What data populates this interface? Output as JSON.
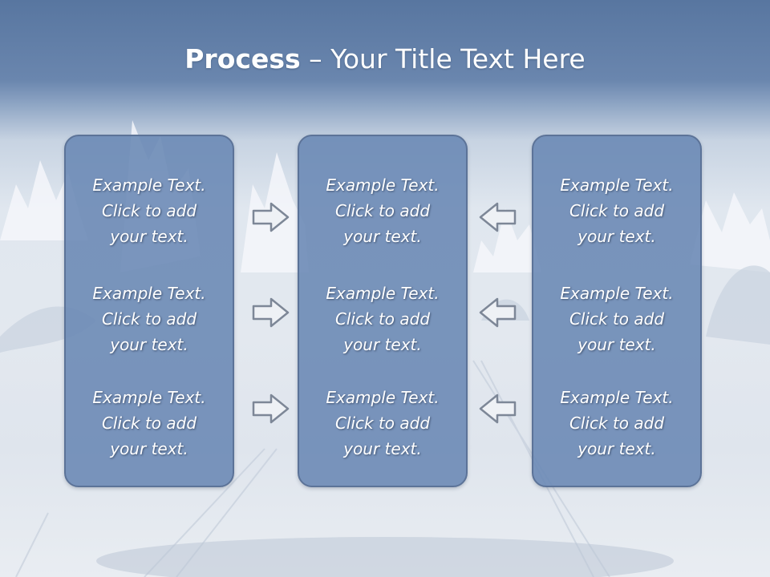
{
  "title": {
    "bold": "Process",
    "rest": " – Your Title Text Here"
  },
  "columns": [
    {
      "items": [
        "Example Text.\nClick  to add\nyour text.",
        "Example Text.\nClick  to add\nyour text.",
        "Example Text.\nClick  to add\nyour text."
      ]
    },
    {
      "items": [
        "Example Text.\nClick  to add\nyour text.",
        "Example Text.\nClick  to add\nyour text.",
        "Example Text.\nClick  to add\nyour text."
      ]
    },
    {
      "items": [
        "Example Text.\nClick  to add\nyour text.",
        "Example Text.\nClick  to add\nyour text.",
        "Example Text.\nClick  to add\nyour text."
      ]
    }
  ],
  "arrows": {
    "left_group": "right-arrow-icon",
    "right_group": "left-arrow-icon"
  },
  "colors": {
    "panel_fill": "#6987b4",
    "panel_border": "#5c7398",
    "title_band": "#5876a0",
    "text": "#ffffff"
  }
}
